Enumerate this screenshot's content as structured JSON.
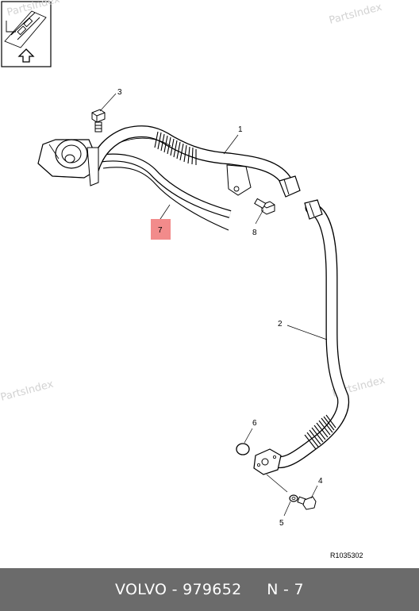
{
  "watermarks": [
    "PartsIndex",
    "PartsIndex",
    "PartsIndex",
    "PartsIndex"
  ],
  "callouts": {
    "c1": "1",
    "c2": "2",
    "c3": "3",
    "c4": "4",
    "c5": "5",
    "c6": "6",
    "c7": "7",
    "c8": "8"
  },
  "reference_code": "R1035302",
  "footer": {
    "brand": "VOLVO",
    "part_number": "979652",
    "position": "N - 7"
  },
  "colors": {
    "highlight": "#f28b8b",
    "footer_bg": "#6b6b6b",
    "watermark": "#d2d2d2"
  }
}
